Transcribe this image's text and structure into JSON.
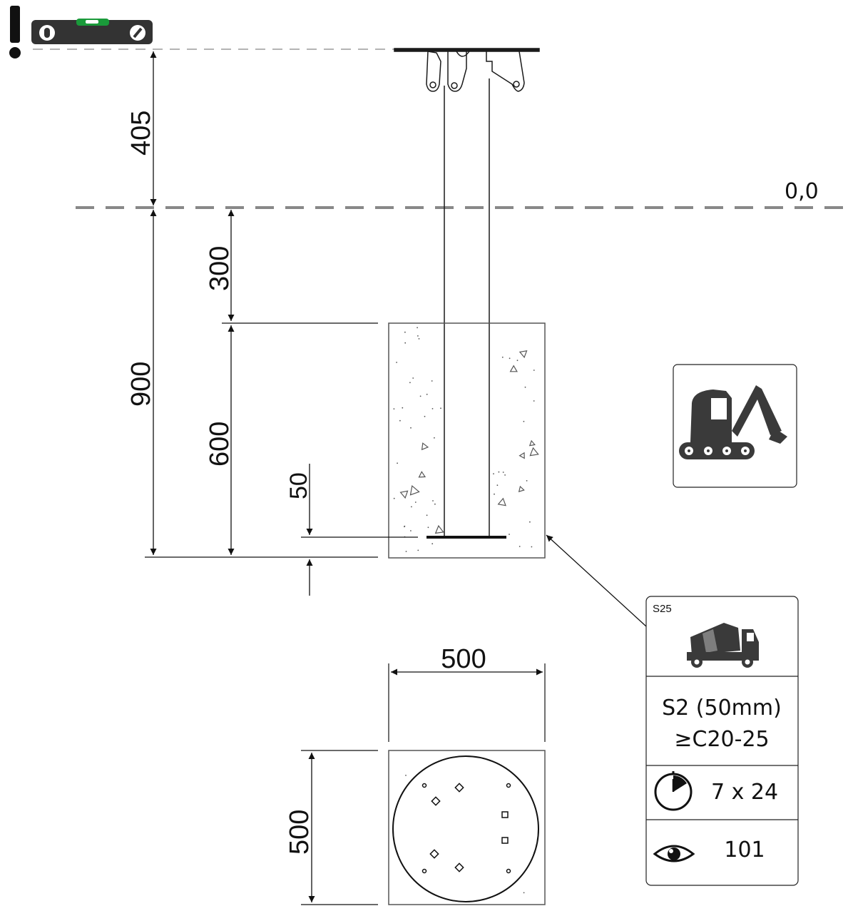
{
  "dimensions": {
    "above_ground": "405",
    "total_depth": "900",
    "top_gap": "300",
    "footing_height": "600",
    "anchor_offset": "50",
    "plan_width": "500",
    "plan_depth": "500"
  },
  "reference_level": "0,0",
  "icons": {
    "warning": "exclamation-icon",
    "level": "spirit-level-icon",
    "excavation": "excavator-icon",
    "concrete": "concrete-mixer-truck-icon",
    "curing": "clock-icon",
    "inspection": "eye-icon"
  },
  "concrete_panel": {
    "code": "S25",
    "consistency": "S2 (50mm)",
    "strength_class": "≥C20-25",
    "curing_time": "7 x 24",
    "inspection_ref": "101"
  },
  "colors": {
    "line": "#1a1a1a",
    "dash": "#888888",
    "level_green": "#1a9a3a",
    "icon_dark": "#3a3a3a"
  }
}
